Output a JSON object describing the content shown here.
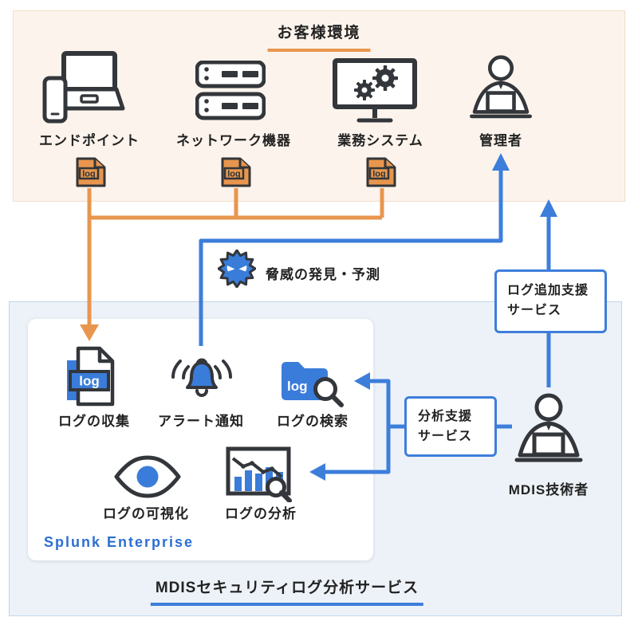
{
  "colors": {
    "orange": "#E8964E",
    "blue": "#3D7EDB",
    "icon_blue": "#3A7CD9",
    "dark": "#33363A",
    "peach_bg": "#FCF4EC",
    "peach_border": "#F2DEC9",
    "panel_blue_bg": "#EDF2F8",
    "panel_blue_border": "#C3D5EA",
    "splunk_text": "#2B6FD0",
    "text": "#222222"
  },
  "customer_env": {
    "title": "お客様環境",
    "items": [
      {
        "label": "エンドポイント"
      },
      {
        "label": "ネットワーク機器"
      },
      {
        "label": "業務システム"
      },
      {
        "label": "管理者"
      }
    ],
    "log_badge": "log"
  },
  "threat_label": "脅威の発見・予測",
  "splunk": {
    "name": "Splunk Enterprise",
    "features": [
      {
        "label": "ログの収集"
      },
      {
        "label": "アラート通知"
      },
      {
        "label": "ログの検索"
      },
      {
        "label": "ログの可視化"
      },
      {
        "label": "ログの分析"
      }
    ],
    "log_badge": "log",
    "folder_badge": "log"
  },
  "support_boxes": {
    "log_support": {
      "line1": "ログ追加支援",
      "line2": "サービス"
    },
    "analysis_support": {
      "line1": "分析支援",
      "line2": "サービス"
    }
  },
  "engineer_label": "MDIS技術者",
  "service_title": "MDISセキュリティログ分析サービス"
}
